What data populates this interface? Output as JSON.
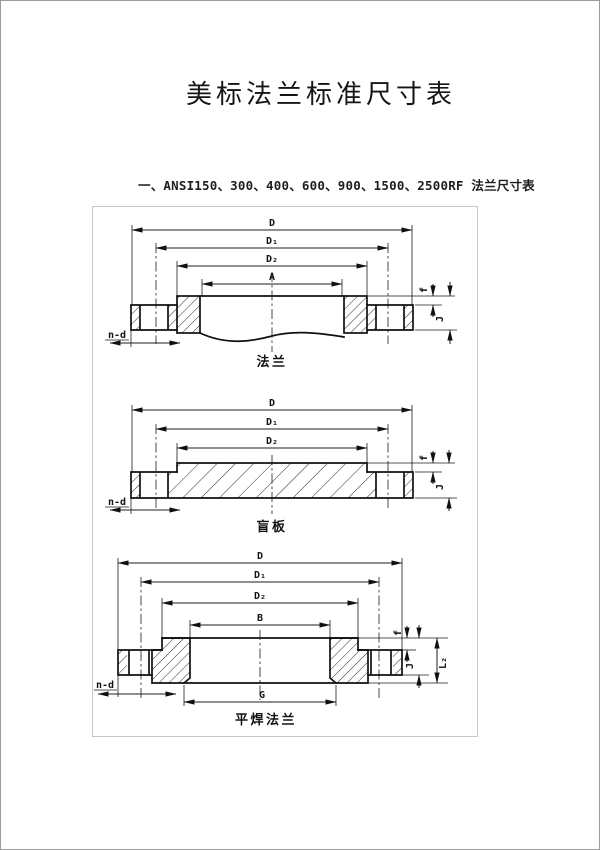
{
  "page": {
    "title": "美标法兰标准尺寸表",
    "section_heading": "一、ANSI150、300、400、600、900、1500、2500RF 法兰尺寸表"
  },
  "diagrams": [
    {
      "caption": "法兰",
      "labels": {
        "d": "D",
        "d1": "D₁",
        "d2": "D₂",
        "a": "A",
        "nd": "n-d",
        "f": "f",
        "j": "J"
      }
    },
    {
      "caption": "盲板",
      "labels": {
        "d": "D",
        "d1": "D₁",
        "d2": "D₂",
        "nd": "n-d",
        "f": "f",
        "j": "J"
      }
    },
    {
      "caption": "平焊法兰",
      "labels": {
        "d": "D",
        "d1": "D₁",
        "d2": "D₂",
        "b": "B",
        "g": "G",
        "nd": "n-d",
        "f": "f",
        "j": "J",
        "l2": "L₂"
      }
    }
  ]
}
